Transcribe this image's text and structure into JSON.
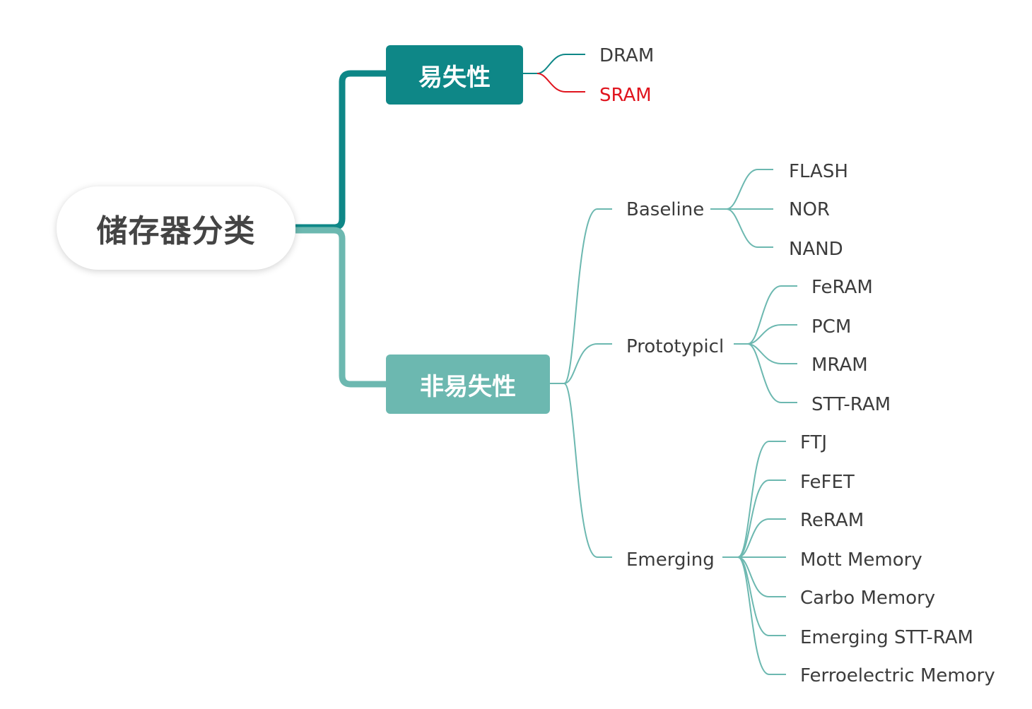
{
  "root": {
    "label": "储存器分类"
  },
  "volatile": {
    "label": "易失性",
    "children": [
      {
        "label": "DRAM",
        "color": "#3c3c3c"
      },
      {
        "label": "SRAM",
        "color": "#e0141e"
      }
    ]
  },
  "nonvolatile": {
    "label": "非易失性",
    "groups": [
      {
        "label": "Baseline",
        "children": [
          "FLASH",
          "NOR",
          "NAND"
        ]
      },
      {
        "label": "Prototypicl",
        "children": [
          "FeRAM",
          "PCM",
          "MRAM",
          "STT-RAM"
        ]
      },
      {
        "label": "Emerging",
        "children": [
          "FTJ",
          "FeFET",
          "ReRAM",
          "Mott Memory",
          "Carbo Memory",
          "Emerging STT-RAM",
          "Ferroelectric Memory"
        ]
      }
    ]
  },
  "colors": {
    "dark_teal": "#0e8787",
    "light_teal": "#6cb8b0",
    "accent_red": "#e0141e",
    "text": "#3c3c3c"
  }
}
